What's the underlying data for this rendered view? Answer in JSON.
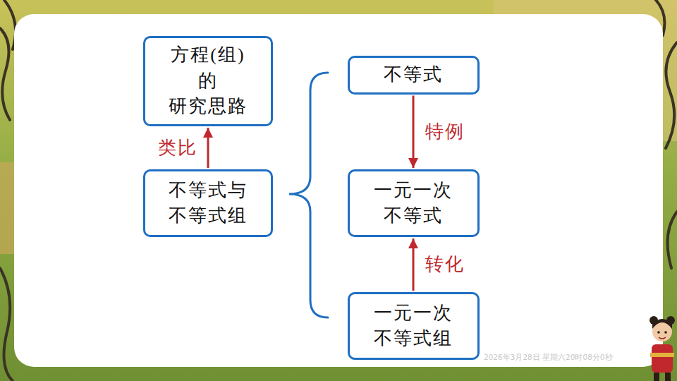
{
  "diagram": {
    "nodes": [
      {
        "text": [
          "方程(组)的 研究思路"
        ]
      },
      {
        "text": [
          "不等式与 不等式组"
        ]
      },
      {
        "text": [
          "不等式"
        ]
      },
      {
        "text": [
          "一元一次 不等式"
        ]
      },
      {
        "text": [
          "一元一次 不等式组"
        ]
      }
    ],
    "edges": [
      {
        "from": 1,
        "to": 0,
        "label": "类比",
        "arrow": "to"
      },
      {
        "from": 2,
        "to": 3,
        "label": "特例",
        "arrow": "to"
      },
      {
        "from": 4,
        "to": 3,
        "label": "转化",
        "arrow": "to"
      }
    ],
    "labels": [
      "2026年3月28日 星期六20时08分0秒"
    ]
  }
}
